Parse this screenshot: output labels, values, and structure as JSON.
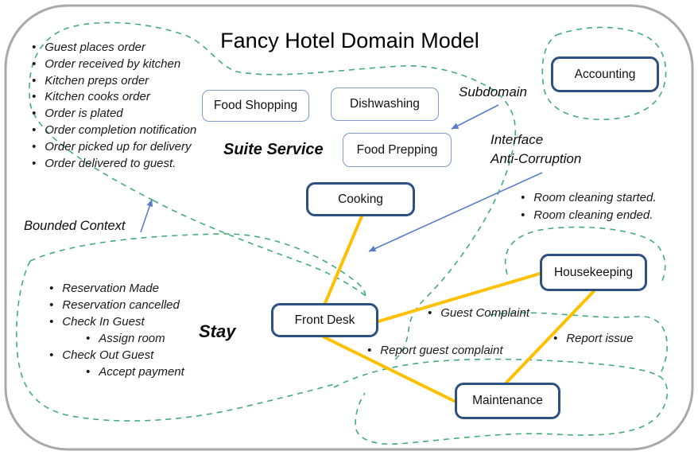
{
  "title": "Fancy Hotel Domain Model",
  "nodes": {
    "food_shopping": "Food Shopping",
    "dishwashing": "Dishwashing",
    "food_prepping": "Food Prepping",
    "cooking": "Cooking",
    "accounting": "Accounting",
    "front_desk": "Front Desk",
    "housekeeping": "Housekeeping",
    "maintenance": "Maintenance"
  },
  "annotations": {
    "subdomain": "Subdomain",
    "interface": "Interface",
    "anti_corruption": "Anti-Corruption",
    "bounded_context": "Bounded Context"
  },
  "suite_service": {
    "label": "Suite Service",
    "events": [
      "Guest places order",
      "Order received by kitchen",
      "Kitchen preps order",
      "Kitchen cooks order",
      "Order is plated",
      "Order completion notification",
      "Order picked up for delivery",
      "Order delivered to guest."
    ]
  },
  "stay": {
    "label": "Stay",
    "events": [
      "Reservation Made",
      "Reservation cancelled",
      "Check In Guest",
      "Assign room",
      "Check Out Guest",
      "Accept payment"
    ]
  },
  "housekeeping_events": [
    "Room cleaning started.",
    "Room cleaning ended."
  ],
  "relationship_labels": {
    "guest_complaint": "Guest Complaint",
    "report_guest_complaint": "Report guest complaint",
    "report_issue": "Report issue"
  },
  "colors": {
    "node_border_strong": "#2e5184",
    "node_border_light": "#7d9ac9",
    "connector_yellow": "#FFC000",
    "arrow_blue": "#5b7ec9",
    "context_dash_green": "#42ad7c",
    "frame_gray": "#a9a9a9"
  }
}
